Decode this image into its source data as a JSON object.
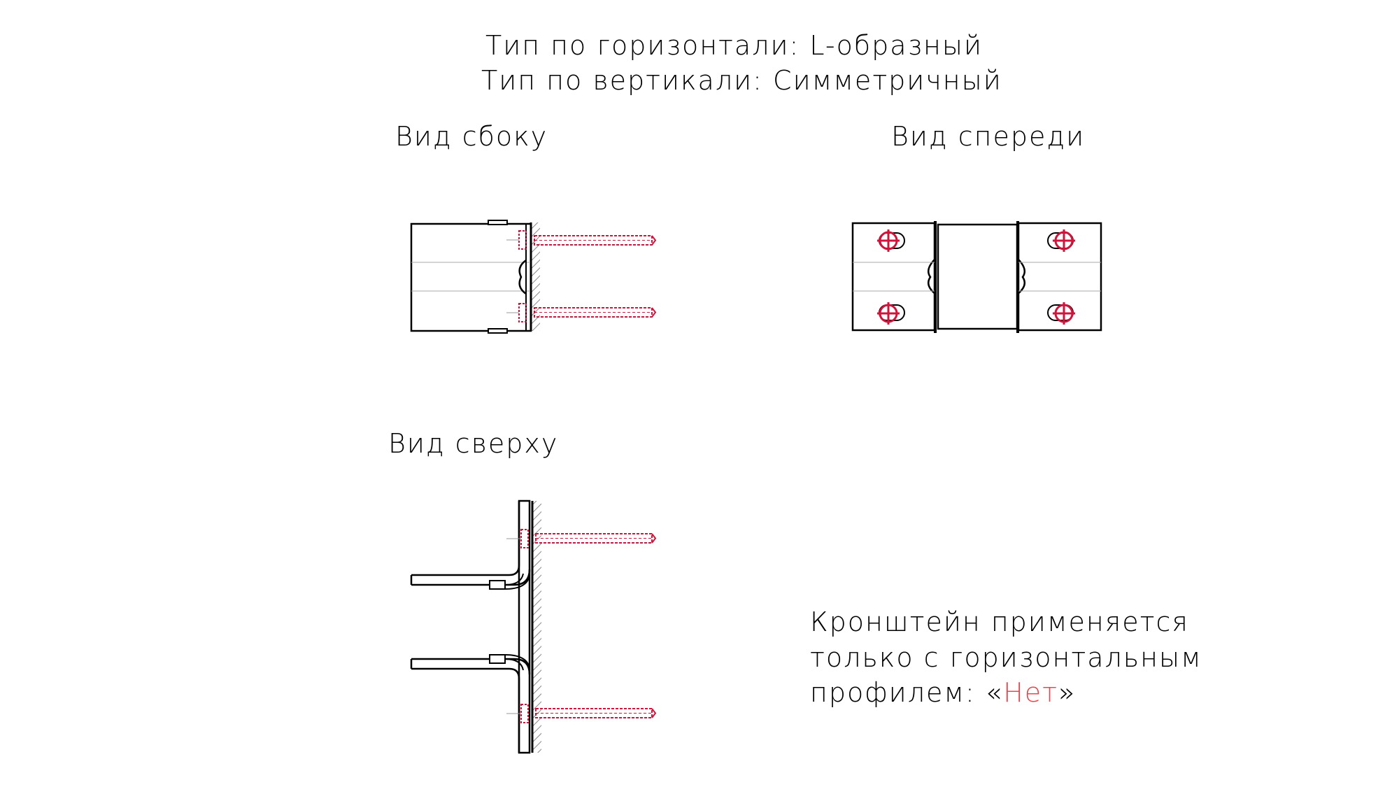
{
  "header": {
    "horizontal_type": "Тип по горизонтали: L-образный",
    "vertical_type": "Тип по вертикали: Симметричный"
  },
  "views": {
    "side": "Вид сбоку",
    "front": "Вид спереди",
    "top": "Вид сверху"
  },
  "note": {
    "line1": "Кронштейн применяется",
    "line2": "только с горизонтальным",
    "line3_prefix": "профилем: «",
    "line3_highlight": "Нет",
    "line3_suffix": "»"
  },
  "colors": {
    "line": "#000000",
    "fastener": "#d0143c",
    "highlight": "#e8474f",
    "hatch": "#888888",
    "thin": "#999999"
  }
}
